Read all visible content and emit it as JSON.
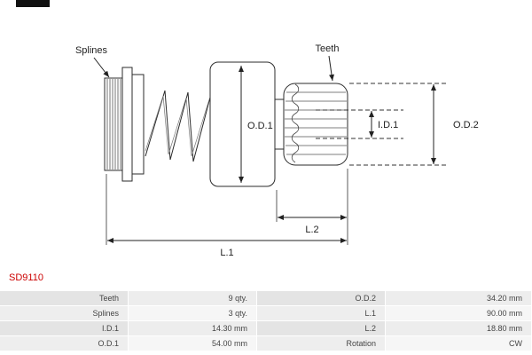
{
  "part_number": "SD9110",
  "diagram": {
    "labels": {
      "splines": "Splines",
      "teeth": "Teeth",
      "od1": "O.D.1",
      "id1": "I.D.1",
      "od2": "O.D.2",
      "l1": "L.1",
      "l2": "L.2"
    }
  },
  "table": {
    "rows": [
      {
        "c1": "Teeth",
        "v1": "9 qty.",
        "c2": "O.D.2",
        "v2": "34.20 mm"
      },
      {
        "c1": "Splines",
        "v1": "3 qty.",
        "c2": "L.1",
        "v2": "90.00 mm"
      },
      {
        "c1": "I.D.1",
        "v1": "14.30 mm",
        "c2": "L.2",
        "v2": "18.80 mm"
      },
      {
        "c1": "O.D.1",
        "v1": "54.00 mm",
        "c2": "Rotation",
        "v2": "CW"
      }
    ]
  },
  "colors": {
    "part_number_red": "#cc0000",
    "drawing_line": "#2b2b2b",
    "row_dark": "#e4e4e4",
    "row_light": "#f6f6f6"
  }
}
